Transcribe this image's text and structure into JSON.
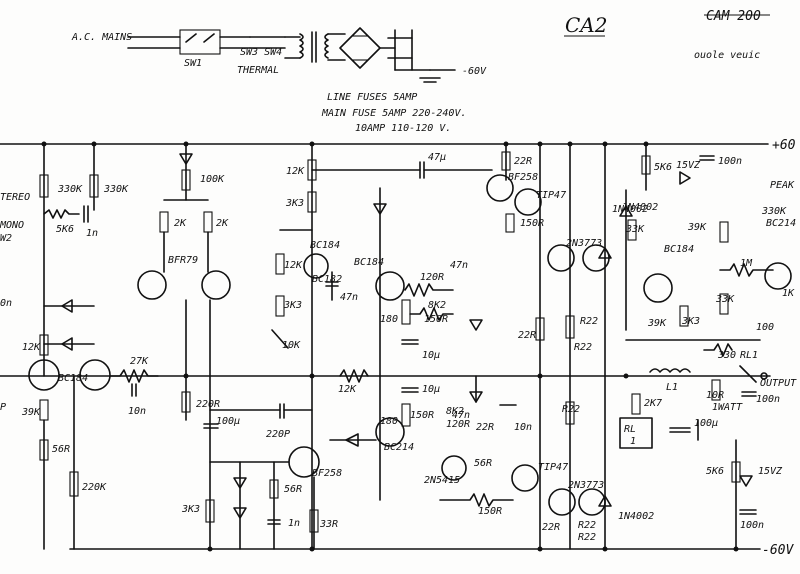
{
  "header": {
    "title": "CA2",
    "title_note_struck": "CAM 200",
    "title_sub": "ouole veuic"
  },
  "supply": {
    "ac_mains": "A.C. MAINS",
    "sw1": "SW1",
    "sw3_sw4": "SW3 SW4",
    "thermal": "THERMAL",
    "neg_rail": "-60V",
    "pos_rail": "+60",
    "neg_rail_bottom": "-60V",
    "fuse_line1": "LINE FUSES 5AMP",
    "fuse_line2": "MAIN FUSE 5AMP 220-240V.",
    "fuse_line3": "10AMP 110-120 V."
  },
  "input": {
    "stereo": "TEREO",
    "mono": "MONO",
    "w2": "W2",
    "r330k_a": "330K",
    "r330k_b": "330K",
    "r5k6": "5K6",
    "c1n": "1n",
    "r12k": "12K",
    "r39k": "39K",
    "q_bc184": "BC184",
    "r27k": "27K",
    "c10n": "10n",
    "r56r": "56R",
    "r220k": "220K",
    "p_left": "P",
    "on_left": "0n"
  },
  "diffpair": {
    "r100k": "100K",
    "r2k_a": "2K",
    "r2k_b": "2K",
    "q_bfr79": "BFR79",
    "r220r": "220R",
    "c100u": "100µ",
    "c220p": "220P",
    "q_bf258": "BF258",
    "r3k3": "3K3",
    "r56r": "56R",
    "c1n": "1n",
    "r33r": "33R"
  },
  "vas": {
    "r12k_top": "12K",
    "r3k3_top": "3K3",
    "r12k_mid": "12K",
    "r3k3_mid": "3K3",
    "q_bc184": "BC184",
    "q_bc182": "BC182",
    "c47n": "47n",
    "r10k": "10K",
    "c47u": "47µ",
    "r12k_fb": "12K",
    "q_bc184_b": "BC184",
    "r120r": "120R",
    "c47n_b": "47n",
    "r8k2": "8K2",
    "r180": "180",
    "r150r": "150R",
    "c10u_a": "10µ",
    "c10u_b": "10µ",
    "r150r_b": "150R",
    "r8k2_b": "8K2",
    "c47n_c": "47n",
    "r120r_b": "120R",
    "r180_b": "180",
    "q_bc214": "BC214",
    "r22r": "22R",
    "c10n": "10n",
    "r56r": "56R",
    "q_2n5415": "2N5415",
    "r150r_c": "150R"
  },
  "output": {
    "r22r_top": "22R",
    "q_bf258": "BF258",
    "q_tip47": "TIP47",
    "r150r": "150R",
    "q_2n3773": "2N3773",
    "d_1n4002": "1N4002",
    "r22r_mid": "22R",
    "r_r22": "R22",
    "r_r22_b": "R22",
    "q_tip47_b": "TIP47",
    "q_2n3773_b": "2N3773",
    "r22r_bot": "22R",
    "r_r22_c": "R22",
    "r_r22_d": "R22",
    "d_1n4002_b": "1N4002",
    "r22_right": "R22"
  },
  "protect": {
    "r5k6": "5K6",
    "z15v": "15VZ",
    "c100n": "100n",
    "d_1n4002": "1N4002",
    "r33k_a": "33K",
    "peak": "PEAK",
    "r330k": "330K",
    "q_bc214": "BC214",
    "r39k": "39K",
    "r1m": "1M",
    "q_bc184": "BC184",
    "r1k": "1K",
    "c100": "100",
    "r33k_b": "33K",
    "r3k3": "3K3",
    "r39k_b": "39K",
    "r330": "330",
    "rl1": "RL1",
    "output": "OUTPUT",
    "l1": "L1",
    "r10r": "10R",
    "w1watt": "1WATT",
    "c100n_b": "100n",
    "r2k7": "2K7",
    "rl_box_1": "RL",
    "rl_box_2": "1",
    "c100u": "100µ",
    "r5k6_b": "5K6",
    "z15v_b": "15VZ",
    "c100n_c": "100n"
  }
}
